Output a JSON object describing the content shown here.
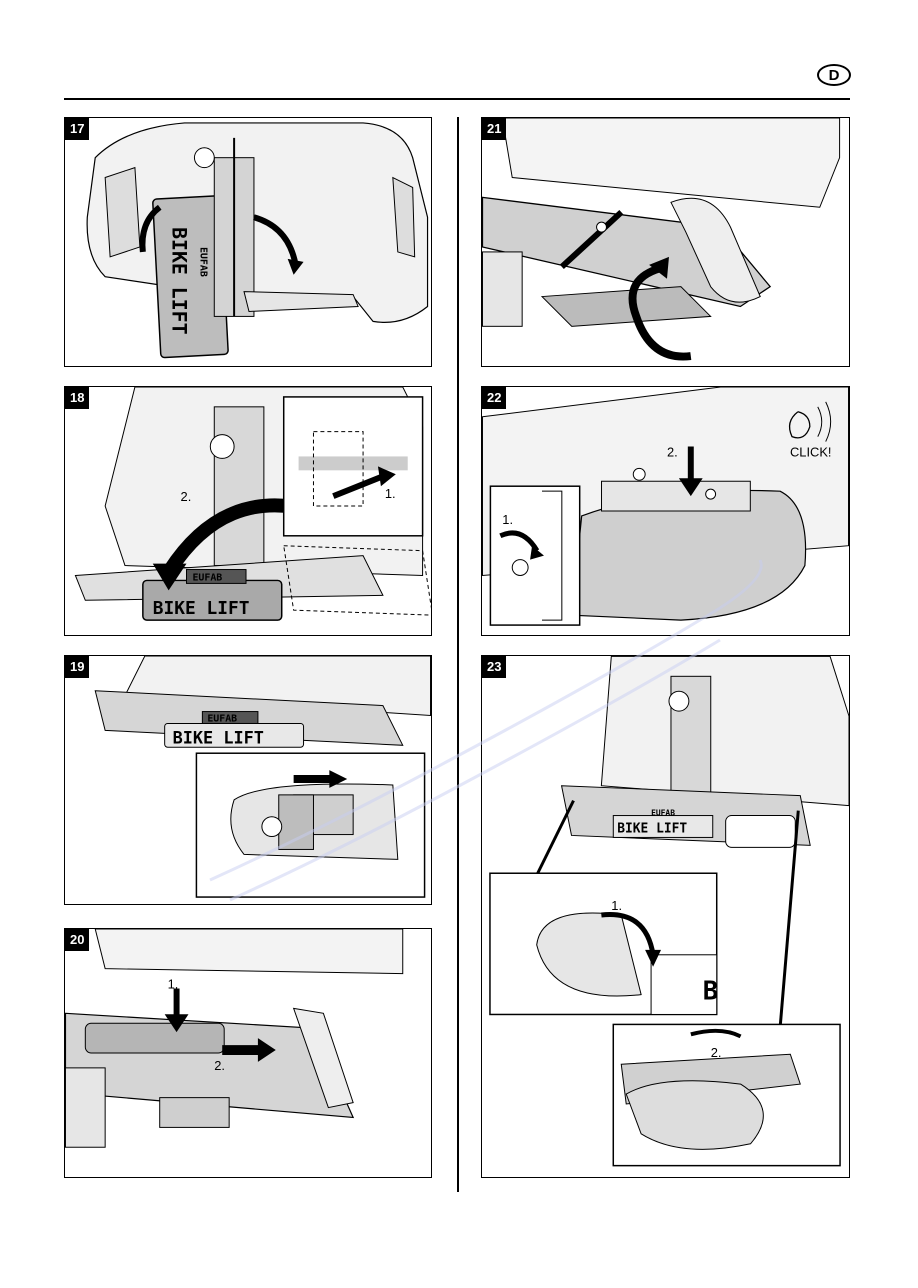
{
  "header": {
    "language_badge": "D"
  },
  "panels": {
    "p17": {
      "number": "17",
      "plate_text": "BIKE LIFT",
      "brand": "EUFAB"
    },
    "p18": {
      "number": "18",
      "plate_text": "BIKE LIFT",
      "brand": "EUFAB",
      "step1": "1.",
      "step2": "2."
    },
    "p19": {
      "number": "19",
      "plate_text": "BIKE LIFT",
      "brand": "EUFAB"
    },
    "p20": {
      "number": "20",
      "step1": "1.",
      "step2": "2."
    },
    "p21": {
      "number": "21"
    },
    "p22": {
      "number": "22",
      "step1": "1.",
      "step2": "2.",
      "click": "CLICK!"
    },
    "p23": {
      "number": "23",
      "plate_text": "BIKE LIFT",
      "brand": "EUFAB",
      "step1": "1.",
      "step2": "2.",
      "detail_letter": "B"
    }
  }
}
